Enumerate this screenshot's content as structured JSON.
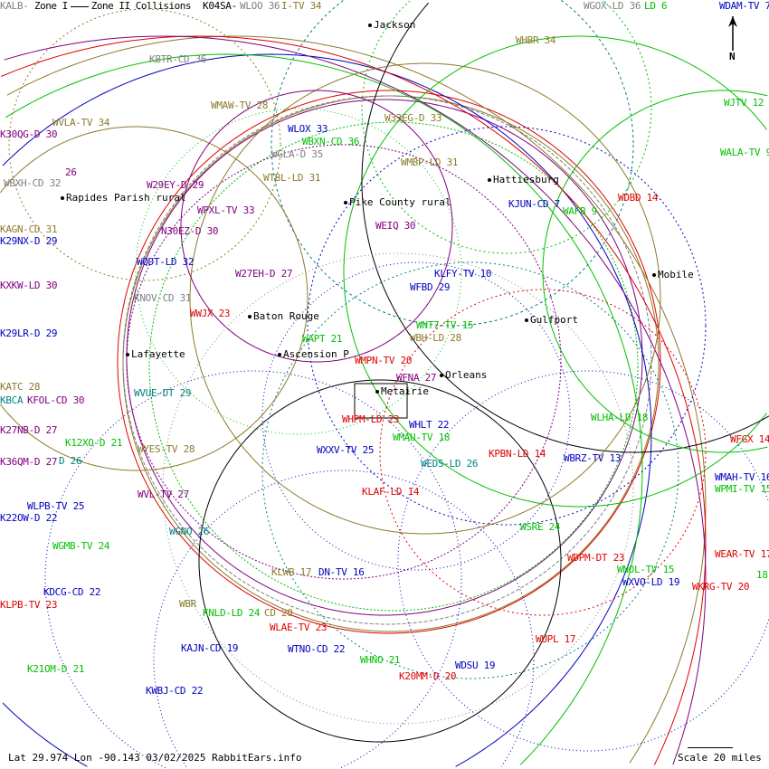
{
  "legend": {
    "zone1": "Zone I",
    "zone2": "Zone II Collisions"
  },
  "footer": {
    "coords": "Lat 29.974 Lon -90.143 03/02/2025 RabbitEars.info",
    "scale": "Scale 20 miles"
  },
  "compass": {
    "north": "N"
  },
  "colors": {
    "red": "#e00000",
    "green": "#00c000",
    "blue": "#0000c0",
    "olive": "#8c7a2a",
    "purple": "#800080",
    "teal": "#008080",
    "gray": "#808080",
    "black": "#000000"
  },
  "cities": [
    "Jackson",
    "Hattiesburg",
    "Rapides Parish rural",
    "Pike County rural",
    "Mobile",
    "Baton Rouge",
    "Gulfport",
    "Lafayette",
    "Ascension P",
    "Orleans",
    "Metairie"
  ],
  "stations": [
    "KALB-",
    "K04SA-",
    "WLOO 36",
    "I-TV 34",
    "WGOX-LD 36",
    "LD 6",
    "WDAM-TV 7",
    "KBTR-CD 36",
    "WHBR 34",
    "WMAW-TV 28",
    "WVLA-TV 34",
    "W33EG-D 33",
    "WJTV 12",
    "K30QG-D 30",
    "WLOX 33",
    "WBXN-CD 36",
    "WGLA-D 35",
    "WALA-TV 9",
    "WMBP-LD 31",
    "26",
    "WBXH-CD 32",
    "WTBL-LD 31",
    "W29EY-D 29",
    "KJUN-CD 7",
    "WAFB 9",
    "WDBD 14",
    "WPXL-TV 33",
    "WEIQ 30",
    "KAGN-CD 31",
    "N30EZ-D 30",
    "K29NX-D 29",
    "WQDT-LD 32",
    "W27EH-D 27",
    "KLFY-TV 10",
    "KXKW-LD 30",
    "WFBD 29",
    "KNOV-CD 31",
    "WWJX 23",
    "WNT7-TV 15",
    "K29LR-D 29",
    "WBH-LD 28",
    "WAPT 21",
    "WMPN-TV 20",
    "WFNA 27",
    "KATC 28",
    "KBCA",
    "KFOL-CD 30",
    "WVUE-DT 29",
    "WLHA-LD 18",
    "WHPM-LD 23",
    "WHLT 22",
    "K27NB-D 27",
    "WMAU-TV 18",
    "K12XO-D 21",
    "WYES-TV 28",
    "WFGX 14",
    "WXXV-TV 25",
    "KPBN-LD 14",
    "WBRZ-TV 13",
    "K36QM-D 27",
    "D 26",
    "WEDS-LD 26",
    "WMAH-TV 16",
    "WPMI-TV 15",
    "KLAF-LD 14",
    "WVL-TV 27",
    "WLPB-TV 25",
    "K22OW-D 22",
    "WSRE 24",
    "WGNO 26",
    "WGMB-TV 24",
    "WEAR-TV 17",
    "WDPM-DT 23",
    "KLWB 17",
    "DN-TV 16",
    "WNOL-TV 15",
    "WXVO-LD 19",
    "WKRG-TV 20",
    "18",
    "KDCG-CD 22",
    "KLPB-TV 23",
    "WBR",
    "KNLD-LD 24",
    "CD 20",
    "WLAE-TV 23",
    "WUPL 17",
    "KAJN-CD 19",
    "WTNO-CD 22",
    "WHNO 21",
    "WDSU 19",
    "K21OM-D 21",
    "K20MM-D 20",
    "KWBJ-CD 22"
  ]
}
